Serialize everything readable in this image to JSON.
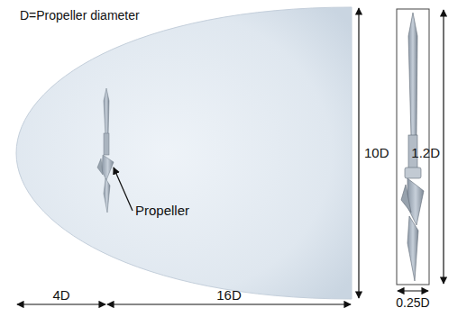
{
  "diagram": {
    "labels": [
      "D=Propeller diameter",
      "Propeller",
      "10D",
      "1.2D",
      "0.25D",
      "4D",
      "16D"
    ]
  }
}
